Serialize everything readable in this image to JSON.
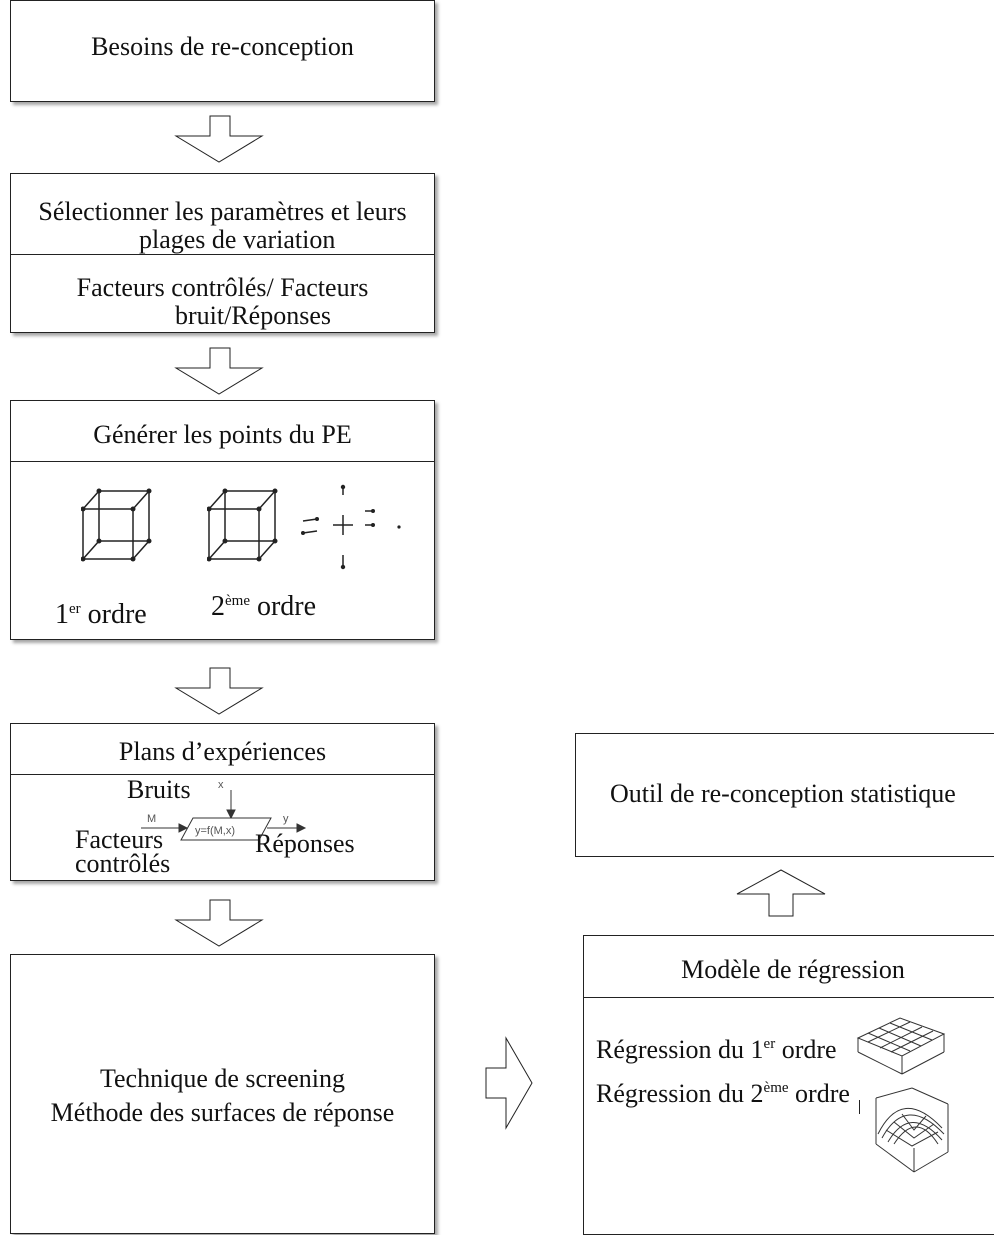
{
  "boxes": {
    "besoins": {
      "title": "Besoins de re-conception"
    },
    "selection": {
      "title_line1": "Sélectionner les paramètres et leurs",
      "title_line2": "plages de variation",
      "body_line1": "Facteurs contrôlés/ Facteurs",
      "body_line2": "bruit/Réponses"
    },
    "generer": {
      "title": "Générer les points du PE",
      "first_order": {
        "prefix": "1",
        "sup": "er",
        "suffix": "ordre"
      },
      "second_order": {
        "prefix": "2",
        "sup": "ème",
        "suffix": "ordre"
      }
    },
    "plans": {
      "title": "Plans d’expériences",
      "bruits": "Bruits",
      "facteurs_line1": "Facteurs",
      "facteurs_line2": "contrôlés",
      "reponses": "Réponses",
      "diagram_x": "x",
      "diagram_m": "M",
      "diagram_y": "y",
      "diagram_formula": "y=f(M,x)"
    },
    "screening": {
      "line1": "Technique de screening",
      "line2": "Méthode des surfaces de réponse"
    },
    "outil": {
      "title": "Outil de re-conception statistique"
    },
    "regression": {
      "title": "Modèle de régression",
      "first": {
        "prefix": "Régression du 1",
        "sup": "er",
        "suffix": "ordre"
      },
      "second": {
        "prefix": "Régression du 2",
        "sup": "ème",
        "suffix": "ordre"
      }
    }
  }
}
